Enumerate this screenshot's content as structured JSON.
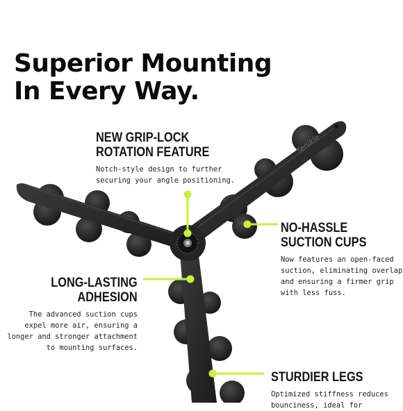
{
  "headline": {
    "line1": "Superior Mounting",
    "line2": "In Every Way."
  },
  "brand_mark": "Tenikle",
  "colors": {
    "accent": "#c8f03c",
    "product": "#2a2a2a",
    "text": "#111111",
    "background": "#ffffff"
  },
  "features": {
    "grip": {
      "title1": "NEW GRIP-LOCK",
      "title2": "ROTATION FEATURE",
      "desc1": "Notch-style design to further",
      "desc2": "securing your angle positioning."
    },
    "hassle": {
      "title1": "NO-HASSLE",
      "title2": "SUCTION CUPS",
      "desc1": "Now features an open-faced",
      "desc2": "suction, eliminating overlaps",
      "desc3": "and ensuring a firmer grip",
      "desc4": "with less fuss."
    },
    "long": {
      "title1": "LONG-LASTING",
      "title2": "ADHESION",
      "desc1": "The advanced suction cups",
      "desc2": "expel more air, ensuring a",
      "desc3": "longer and stronger attachment",
      "desc4": "to mounting surfaces."
    },
    "sturdy": {
      "title1": "STURDIER LEGS",
      "desc1": "Optimized stiffness reduces",
      "desc2": "bounciness, ideal for"
    }
  }
}
